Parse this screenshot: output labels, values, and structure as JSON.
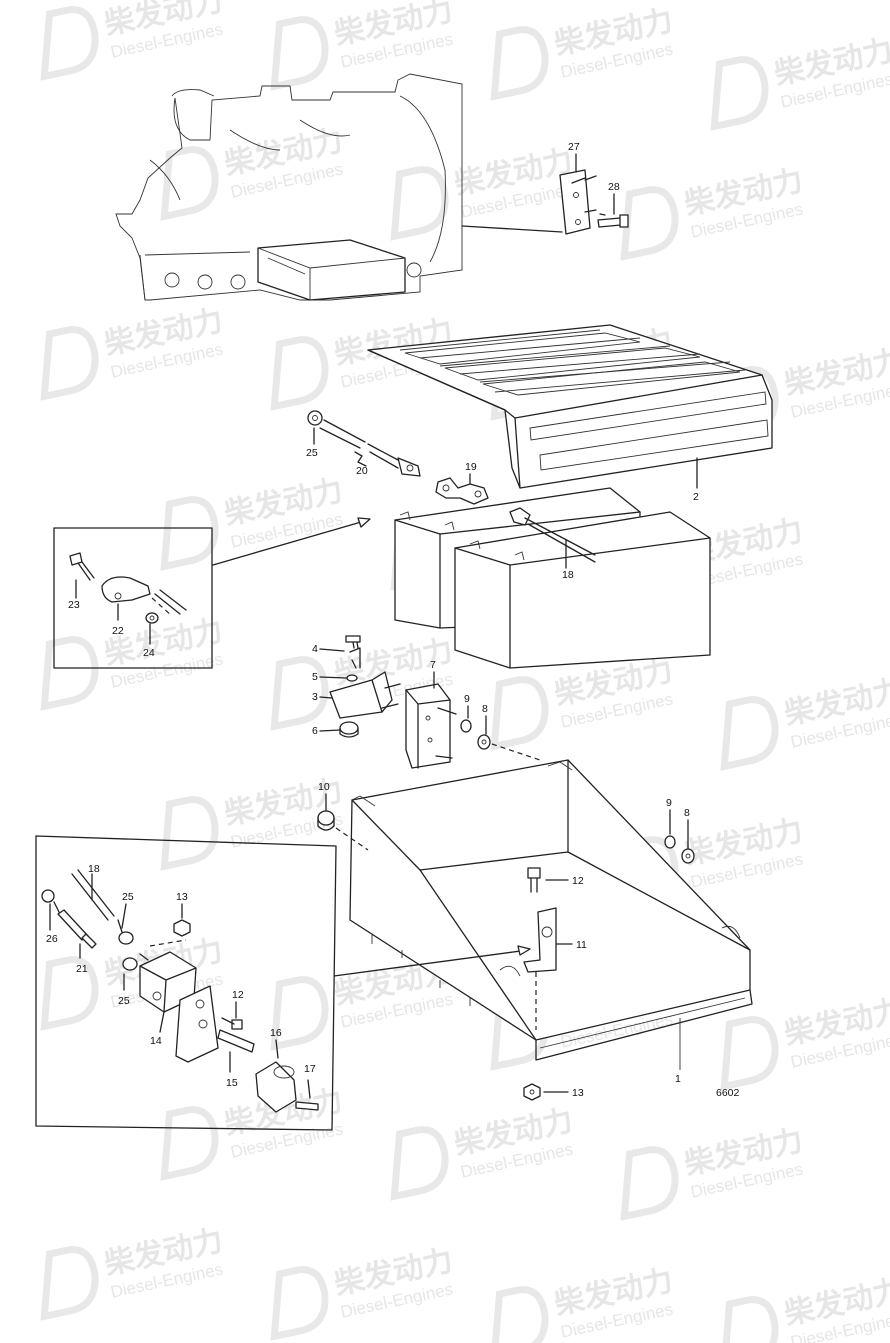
{
  "watermark": {
    "cn": "柴发动力",
    "en": "Diesel-Engines"
  },
  "drawing_number": "6602",
  "callouts": {
    "c1": "1",
    "c2": "2",
    "c3": "3",
    "c4": "4",
    "c5": "5",
    "c6": "6",
    "c7": "7",
    "c8a": "8",
    "c8b": "8",
    "c9a": "9",
    "c9b": "9",
    "c10": "10",
    "c11": "11",
    "c12a": "12",
    "c12b": "12",
    "c13a": "13",
    "c13b": "13",
    "c14": "14",
    "c15": "15",
    "c16": "16",
    "c17": "17",
    "c18a": "18",
    "c18b": "18",
    "c19": "19",
    "c20": "20",
    "c21": "21",
    "c22": "22",
    "c23": "23",
    "c24": "24",
    "c25a": "25",
    "c25b": "25",
    "c25c": "25",
    "c26": "26",
    "c27": "27",
    "c28": "28"
  }
}
